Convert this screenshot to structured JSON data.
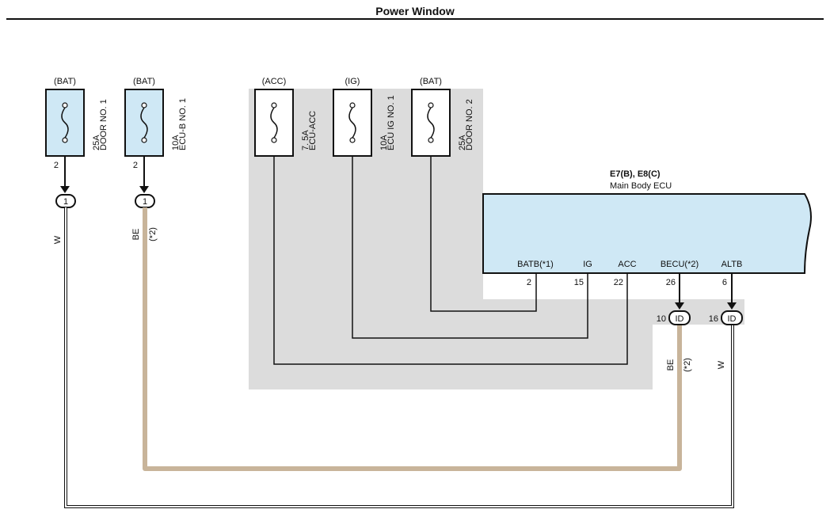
{
  "title": "Power Window",
  "fuses": [
    {
      "source": "(BAT)",
      "rating": "25A",
      "name": "DOOR NO. 1",
      "pin": "2"
    },
    {
      "source": "(BAT)",
      "rating": "10A",
      "name": "ECU-B NO. 1",
      "pin": "2"
    },
    {
      "source": "(ACC)",
      "rating": "7. 5A",
      "name": "ECU-ACC"
    },
    {
      "source": "(IG)",
      "rating": "10A",
      "name": "ECU IG NO. 1"
    },
    {
      "source": "(BAT)",
      "rating": "25A",
      "name": "DOOR NO. 2"
    }
  ],
  "junction_connectors": [
    {
      "label": "1"
    },
    {
      "label": "1"
    }
  ],
  "ecu": {
    "code": "E7(B), E8(C)",
    "name": "Main Body ECU",
    "terminals": [
      {
        "name": "BATB(*1)",
        "pin": "2"
      },
      {
        "name": "IG",
        "pin": "15"
      },
      {
        "name": "ACC",
        "pin": "22"
      },
      {
        "name": "BECU(*2)",
        "pin": "26"
      },
      {
        "name": "ALTB",
        "pin": "6"
      }
    ]
  },
  "id_connectors": [
    {
      "pin": "10",
      "label": "ID"
    },
    {
      "pin": "16",
      "label": "ID"
    }
  ],
  "wires": {
    "left_w": {
      "color_code": "W",
      "hex": "#ffffff"
    },
    "left_be": {
      "color_code": "BE",
      "note": "(*2)",
      "hex": "#c8b49a"
    },
    "right_be": {
      "color_code": "BE",
      "note": "(*2)",
      "hex": "#c8b49a"
    },
    "right_w": {
      "color_code": "W",
      "hex": "#ffffff"
    }
  },
  "colors": {
    "fuse_fill": "#cfe8f5",
    "ecu_fill": "#cfe8f5",
    "gray_area": "#dcdcdc"
  }
}
